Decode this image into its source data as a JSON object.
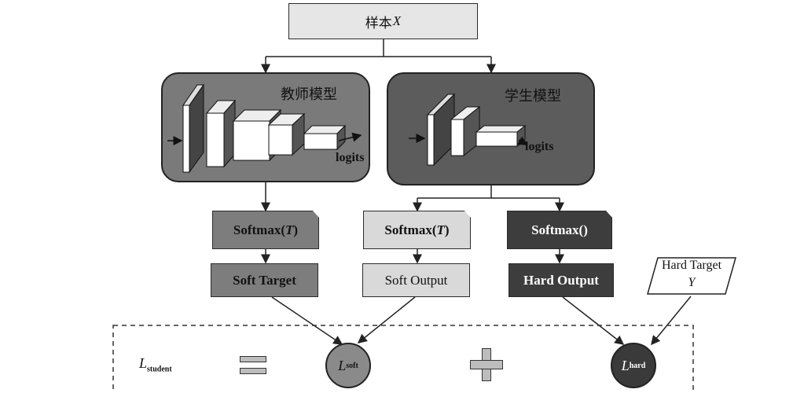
{
  "sample": {
    "label": "样本",
    "var": "X"
  },
  "teacher": {
    "title": "教师模型",
    "logits": "logits"
  },
  "student": {
    "title": "学生模型",
    "logits": "logits"
  },
  "softmax_teacher": {
    "prefix": "Softmax(",
    "var": "T",
    "suffix": ")"
  },
  "softmax_student_soft": {
    "prefix": "Softmax(",
    "var": "T",
    "suffix": ")"
  },
  "softmax_student_hard": {
    "label": "Softmax()"
  },
  "soft_target": {
    "label": "Soft Target"
  },
  "soft_output": {
    "label": "Soft Output"
  },
  "hard_output": {
    "label": "Hard Output"
  },
  "hard_target": {
    "label": "Hard Target",
    "var": "Y"
  },
  "loss": {
    "student": {
      "symbol": "L",
      "sub": "student"
    },
    "soft": {
      "symbol": "L",
      "sub": "soft"
    },
    "hard": {
      "symbol": "L",
      "sub": "hard"
    },
    "equals": "=",
    "plus": "+"
  },
  "colors": {
    "teacher_bg": "#7a7a7a",
    "student_bg": "#5c5c5c",
    "sample_bg": "#e6e6e6",
    "soft_target_bg": "#7d7d7d",
    "soft_output_bg": "#d9d9d9",
    "hard_output_bg": "#3d3d3d",
    "loss_soft_bg": "#8a8a8a",
    "loss_hard_bg": "#3a3a3a"
  }
}
